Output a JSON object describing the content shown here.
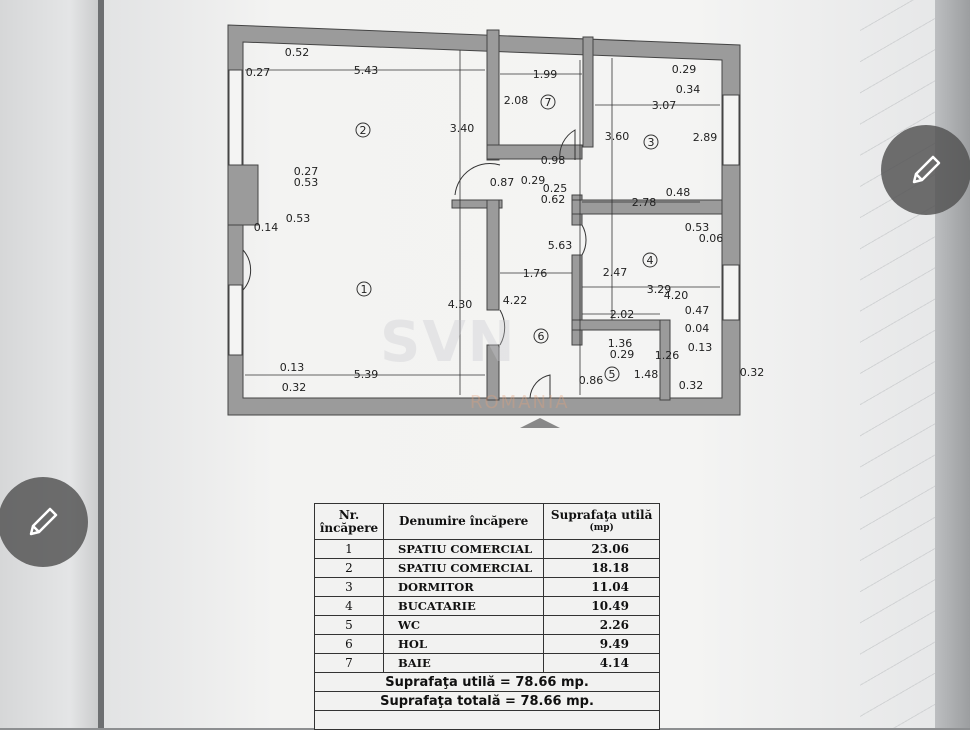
{
  "floor_plan": {
    "dimensions": [
      "0.52",
      "0.27",
      "5.43",
      "1.99",
      "2.08",
      "3.40",
      "3.60",
      "2.89",
      "0.29",
      "0.34",
      "3.07",
      "0.98",
      "0.27",
      "0.53",
      "0.87",
      "0.29",
      "0.25",
      "0.62",
      "2.78",
      "0.48",
      "0.53",
      "0.14",
      "0.53",
      "0.06",
      "5.63",
      "2.47",
      "1.76",
      "3.29",
      "4.20",
      "4.22",
      "4.30",
      "2.02",
      "0.47",
      "0.04",
      "1.36",
      "0.29",
      "0.13",
      "0.13",
      "5.39",
      "0.86",
      "1.48",
      "0.32",
      "0.32",
      "0.32",
      "1.26"
    ],
    "room_numbers": [
      "1",
      "2",
      "3",
      "4",
      "5",
      "6",
      "7"
    ],
    "watermark": "SVN ROMANIA"
  },
  "table": {
    "headers": {
      "nr": "Nr. încăpere",
      "name": "Denumire încăpere",
      "area": "Suprafaţa utilă",
      "area_unit": "(mp)"
    },
    "rows": [
      {
        "nr": "1",
        "name": "SPATIU  COMERCIAL",
        "area": "23.06"
      },
      {
        "nr": "2",
        "name": "SPATIU  COMERCIAL",
        "area": "18.18"
      },
      {
        "nr": "3",
        "name": "DORMITOR",
        "area": "11.04"
      },
      {
        "nr": "4",
        "name": "BUCATARIE",
        "area": "10.49"
      },
      {
        "nr": "5",
        "name": "WC",
        "area": "2.26"
      },
      {
        "nr": "6",
        "name": "HOL",
        "area": "9.49"
      },
      {
        "nr": "7",
        "name": "BAIE",
        "area": "4.14"
      }
    ],
    "useful_total": "Suprafaţa utilă = 78.66 mp.",
    "total": "Suprafaţa totală = 78.66 mp."
  },
  "buttons": {
    "edit_icon": "pencil-icon"
  },
  "colors": {
    "wall": "#9b9b9b",
    "button": "#505050"
  }
}
